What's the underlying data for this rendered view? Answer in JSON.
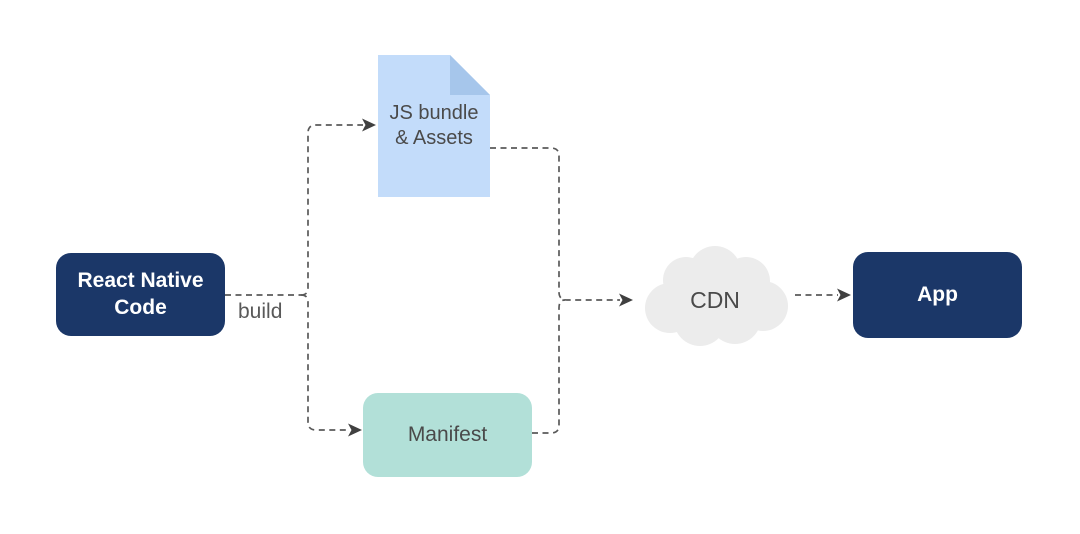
{
  "diagram": {
    "type": "flow-diagram",
    "background": "#ffffff",
    "nodes": [
      {
        "id": "react-native-code",
        "label": "React Native Code",
        "shape": "rounded-rect",
        "fill": "#1b3768",
        "text_color": "#ffffff"
      },
      {
        "id": "js-bundle-assets",
        "label": "JS bundle & Assets",
        "shape": "document",
        "fill": "#c3dcfa",
        "fold_color": "#a6c6eb",
        "text_color": "#4a4a4a"
      },
      {
        "id": "manifest",
        "label": "Manifest",
        "shape": "rounded-rect",
        "fill": "#b2e0d8",
        "text_color": "#4a4a4a"
      },
      {
        "id": "cdn",
        "label": "CDN",
        "shape": "cloud",
        "fill": "#ececec",
        "text_color": "#4a4a4a"
      },
      {
        "id": "app",
        "label": "App",
        "shape": "rounded-rect",
        "fill": "#1b3768",
        "text_color": "#ffffff"
      }
    ],
    "edges": [
      {
        "from": "react-native-code",
        "to": "js-bundle-assets",
        "label": "build",
        "style": "dashed"
      },
      {
        "from": "react-native-code",
        "to": "manifest",
        "label": "build",
        "style": "dashed"
      },
      {
        "from": "js-bundle-assets",
        "to": "cdn",
        "label": "",
        "style": "dashed"
      },
      {
        "from": "manifest",
        "to": "cdn",
        "label": "",
        "style": "dashed"
      },
      {
        "from": "cdn",
        "to": "app",
        "label": "",
        "style": "dashed"
      }
    ],
    "edge_style": {
      "line_color": "#595959",
      "arrowhead_color": "#404040",
      "dash": "6 4.5"
    }
  }
}
